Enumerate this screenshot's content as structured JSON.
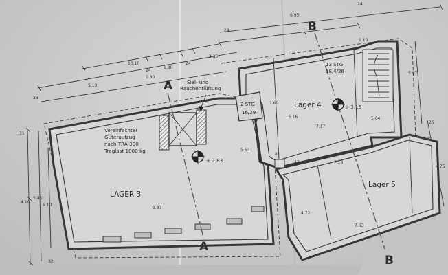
{
  "rooms": {
    "lager3": "LAGER 3",
    "lager4": "Lager 4",
    "lager5": "Lager 5"
  },
  "elevator_note": [
    "Vereinfachter",
    "Güteraufzug",
    "nach TRA 300",
    "Traglast 1000 kg"
  ],
  "ventilation_note": [
    "Siel- und",
    "Rauchentlüftung"
  ],
  "stairs": {
    "small": [
      "2 STG",
      "16/29"
    ],
    "main": [
      "13 STG",
      "18,4/26"
    ]
  },
  "section_marks": {
    "a": "A",
    "b": "B"
  },
  "levels": {
    "lager3": "+ 2,83",
    "lager4": "+ 3,15"
  },
  "dimensions": {
    "d695": "6.95",
    "d24a": "24",
    "d24b": "24",
    "d24c": "24",
    "d24d": "24",
    "d1010": "10.10",
    "d513top": "5.13",
    "d180a": "1.80",
    "d180b": "1.80",
    "d235": "2.35",
    "d33": "33",
    "d110": "1.10",
    "d597": "5.97",
    "d169": "1.69",
    "d516": "5.16",
    "d717": "7.17",
    "d564": "5.64",
    "d563": "5.63",
    "d987": "9.87",
    "d81": "81",
    "d718": "7.18",
    "d472": "4.72",
    "d763": "7.63",
    "d410": "4.10",
    "d545": "5.45",
    "d610": "6.10",
    "d31": "31",
    "d32": "32",
    "d26": "26",
    "d475": "4.75",
    "d47": "47"
  },
  "colors": {
    "paper": "#cfcfcd",
    "ink": "#2a2a2a",
    "wall": "#363636",
    "axis": "#555555"
  }
}
